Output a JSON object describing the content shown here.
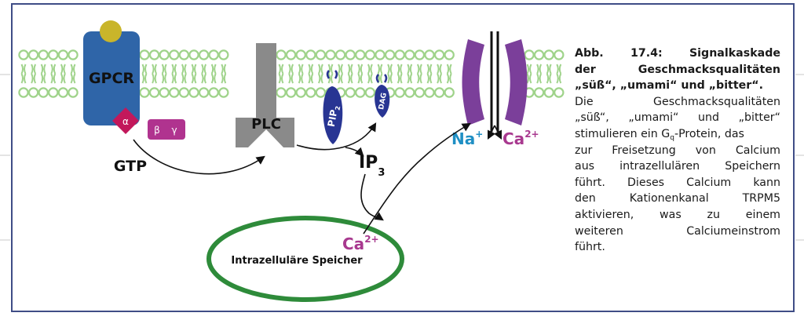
{
  "labels": {
    "gpcr": "GPCR",
    "alpha": "α",
    "beta": "β",
    "gamma": "γ",
    "gtp": "GTP",
    "plc": "PLC",
    "pip2_main": "PIP",
    "pip2_sub": "2",
    "dag": "DAG",
    "ip3_main": "IP",
    "ip3_sub": "3",
    "na_main": "Na",
    "na_sup": "+",
    "ca_main": "Ca",
    "ca_sup": "2+",
    "store_ca_main": "Ca",
    "store_ca_sup": "2+",
    "store": "Intrazelluläre Speicher"
  },
  "caption": {
    "t1a": "Abb.",
    "t1b": "17.4:",
    "t1c": "Signalkaskade",
    "t2a": "der",
    "t2b": "Geschmacksqualitäten",
    "t3": "„süß“, „umami“ und „bitter“.",
    "l1a": "Die",
    "l1b": "Geschmacksqualitäten",
    "l2a": "„süß“,",
    "l2b": "„umami“",
    "l2c": "und",
    "l2d": "„bitter“",
    "l3a": "stimulieren ein G",
    "l3sub": "q",
    "l3b": "-Protein, das",
    "l4a": "zur",
    "l4b": "Freisetzung",
    "l4c": "von",
    "l4d": "Calcium",
    "l5a": "aus",
    "l5b": "intrazellulären",
    "l5c": "Speichern",
    "l6a": "führt.",
    "l6b": "Dieses",
    "l6c": "Calcium",
    "l6d": "kann",
    "l7a": "den",
    "l7b": "Kationenkanal",
    "l7c": "TRPM5",
    "l8a": "aktivieren,",
    "l8b": "was",
    "l8c": "zu",
    "l8d": "einem",
    "l9a": "weiteren",
    "l9b": "Calciumeinstrom",
    "l10": "führt."
  },
  "colors": {
    "membrane": "#9fd38a",
    "gpcr": "#2f65a8",
    "ligand": "#c9b52a",
    "alpha": "#c2185b",
    "beta_gamma": "#b0338f",
    "plc": "#8a8a8a",
    "lipid": "#283593",
    "channel": "#7b3f9a",
    "na": "#1f8fc4",
    "ca": "#a8398f",
    "store": "#2e8b3a",
    "frame": "#3f4d86"
  }
}
